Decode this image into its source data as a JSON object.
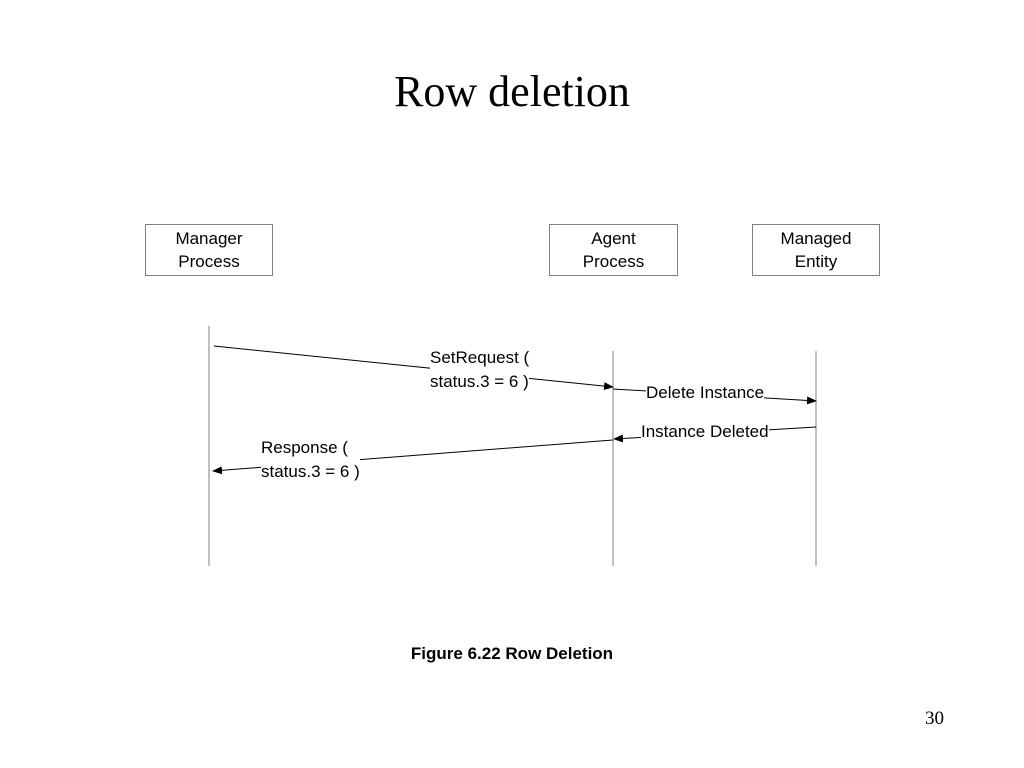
{
  "slide": {
    "title": "Row deletion",
    "caption": "Figure 6.22 Row Deletion",
    "page_number": "30"
  },
  "participants": {
    "manager": {
      "line1": "Manager",
      "line2": "Process"
    },
    "agent": {
      "line1": "Agent",
      "line2": "Process"
    },
    "entity": {
      "line1": "Managed",
      "line2": "Entity"
    }
  },
  "messages": {
    "set_request": {
      "line1": "SetRequest (",
      "line2": "status.3 = 6 )"
    },
    "delete_instance": {
      "text": "Delete Instance"
    },
    "instance_deleted": {
      "text": "Instance Deleted"
    },
    "response": {
      "line1": "Response (",
      "line2": "status.3 = 6 )"
    }
  },
  "colors": {
    "lifeline": "#808080",
    "arrow": "#000000"
  }
}
